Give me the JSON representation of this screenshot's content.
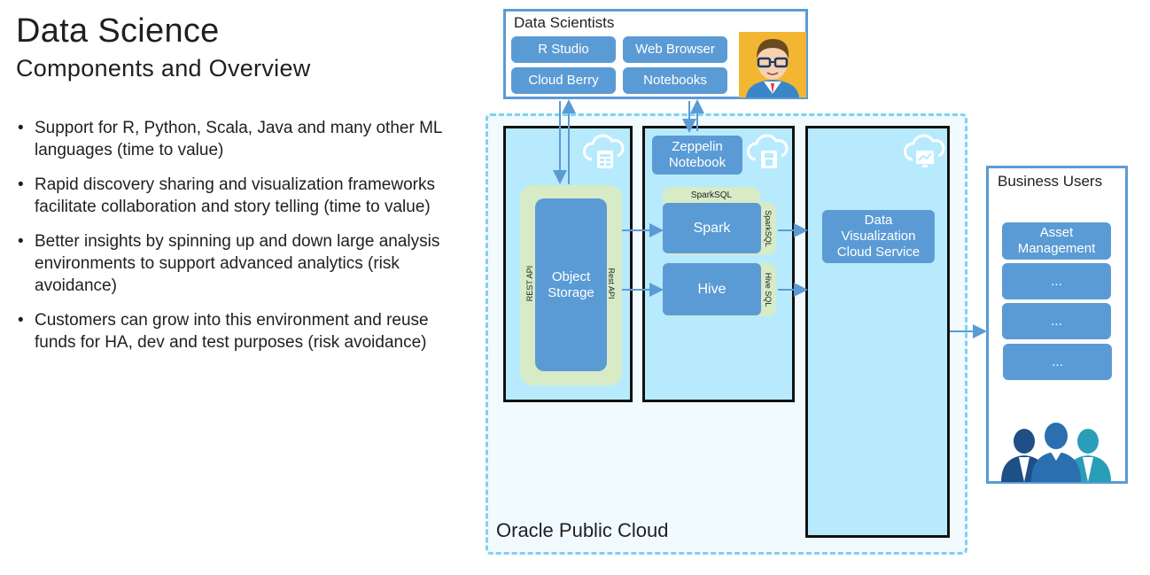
{
  "header": {
    "title": "Data Science",
    "subtitle": "Components and Overview"
  },
  "bullets": [
    "Support for R, Python, Scala, Java and many other ML languages (time to value)",
    "Rapid discovery sharing and visualization frameworks facilitate collaboration and story telling (time to value)",
    "Better insights by spinning up and down large analysis environments to support advanced analytics (risk avoidance)",
    "Customers can grow into this environment and reuse funds for HA, dev and test purposes (risk avoidance)"
  ],
  "data_scientists": {
    "title": "Data Scientists",
    "tools": [
      "R Studio",
      "Web Browser",
      "Cloud Berry",
      "Notebooks"
    ]
  },
  "cloud": {
    "label": "Oracle Public Cloud",
    "object_storage": "Object Storage",
    "rest_api": "REST API",
    "rest_api_right": "Rest API",
    "zeppelin": "Zeppelin Notebook",
    "sparksql_top": "SparkSQL",
    "spark": "Spark",
    "sparksql_side": "SparkSQL",
    "hive": "Hive",
    "hive_sql": "Hive SQL",
    "dv": "Data Visualization Cloud Service"
  },
  "business_users": {
    "title": "Business Users",
    "items": [
      "Asset Management",
      "...",
      "...",
      "..."
    ]
  },
  "colors": {
    "accent": "#5b9bd5",
    "column_fill": "#b8eafd",
    "green_frame": "#d8ebc7",
    "cloud_border": "#7fd2ee",
    "arrow": "#5b9bd5"
  },
  "icons": [
    "cloud-database-icon",
    "cloud-storage-icon",
    "cloud-analytics-icon",
    "data-scientist-avatar",
    "business-users-icon"
  ]
}
